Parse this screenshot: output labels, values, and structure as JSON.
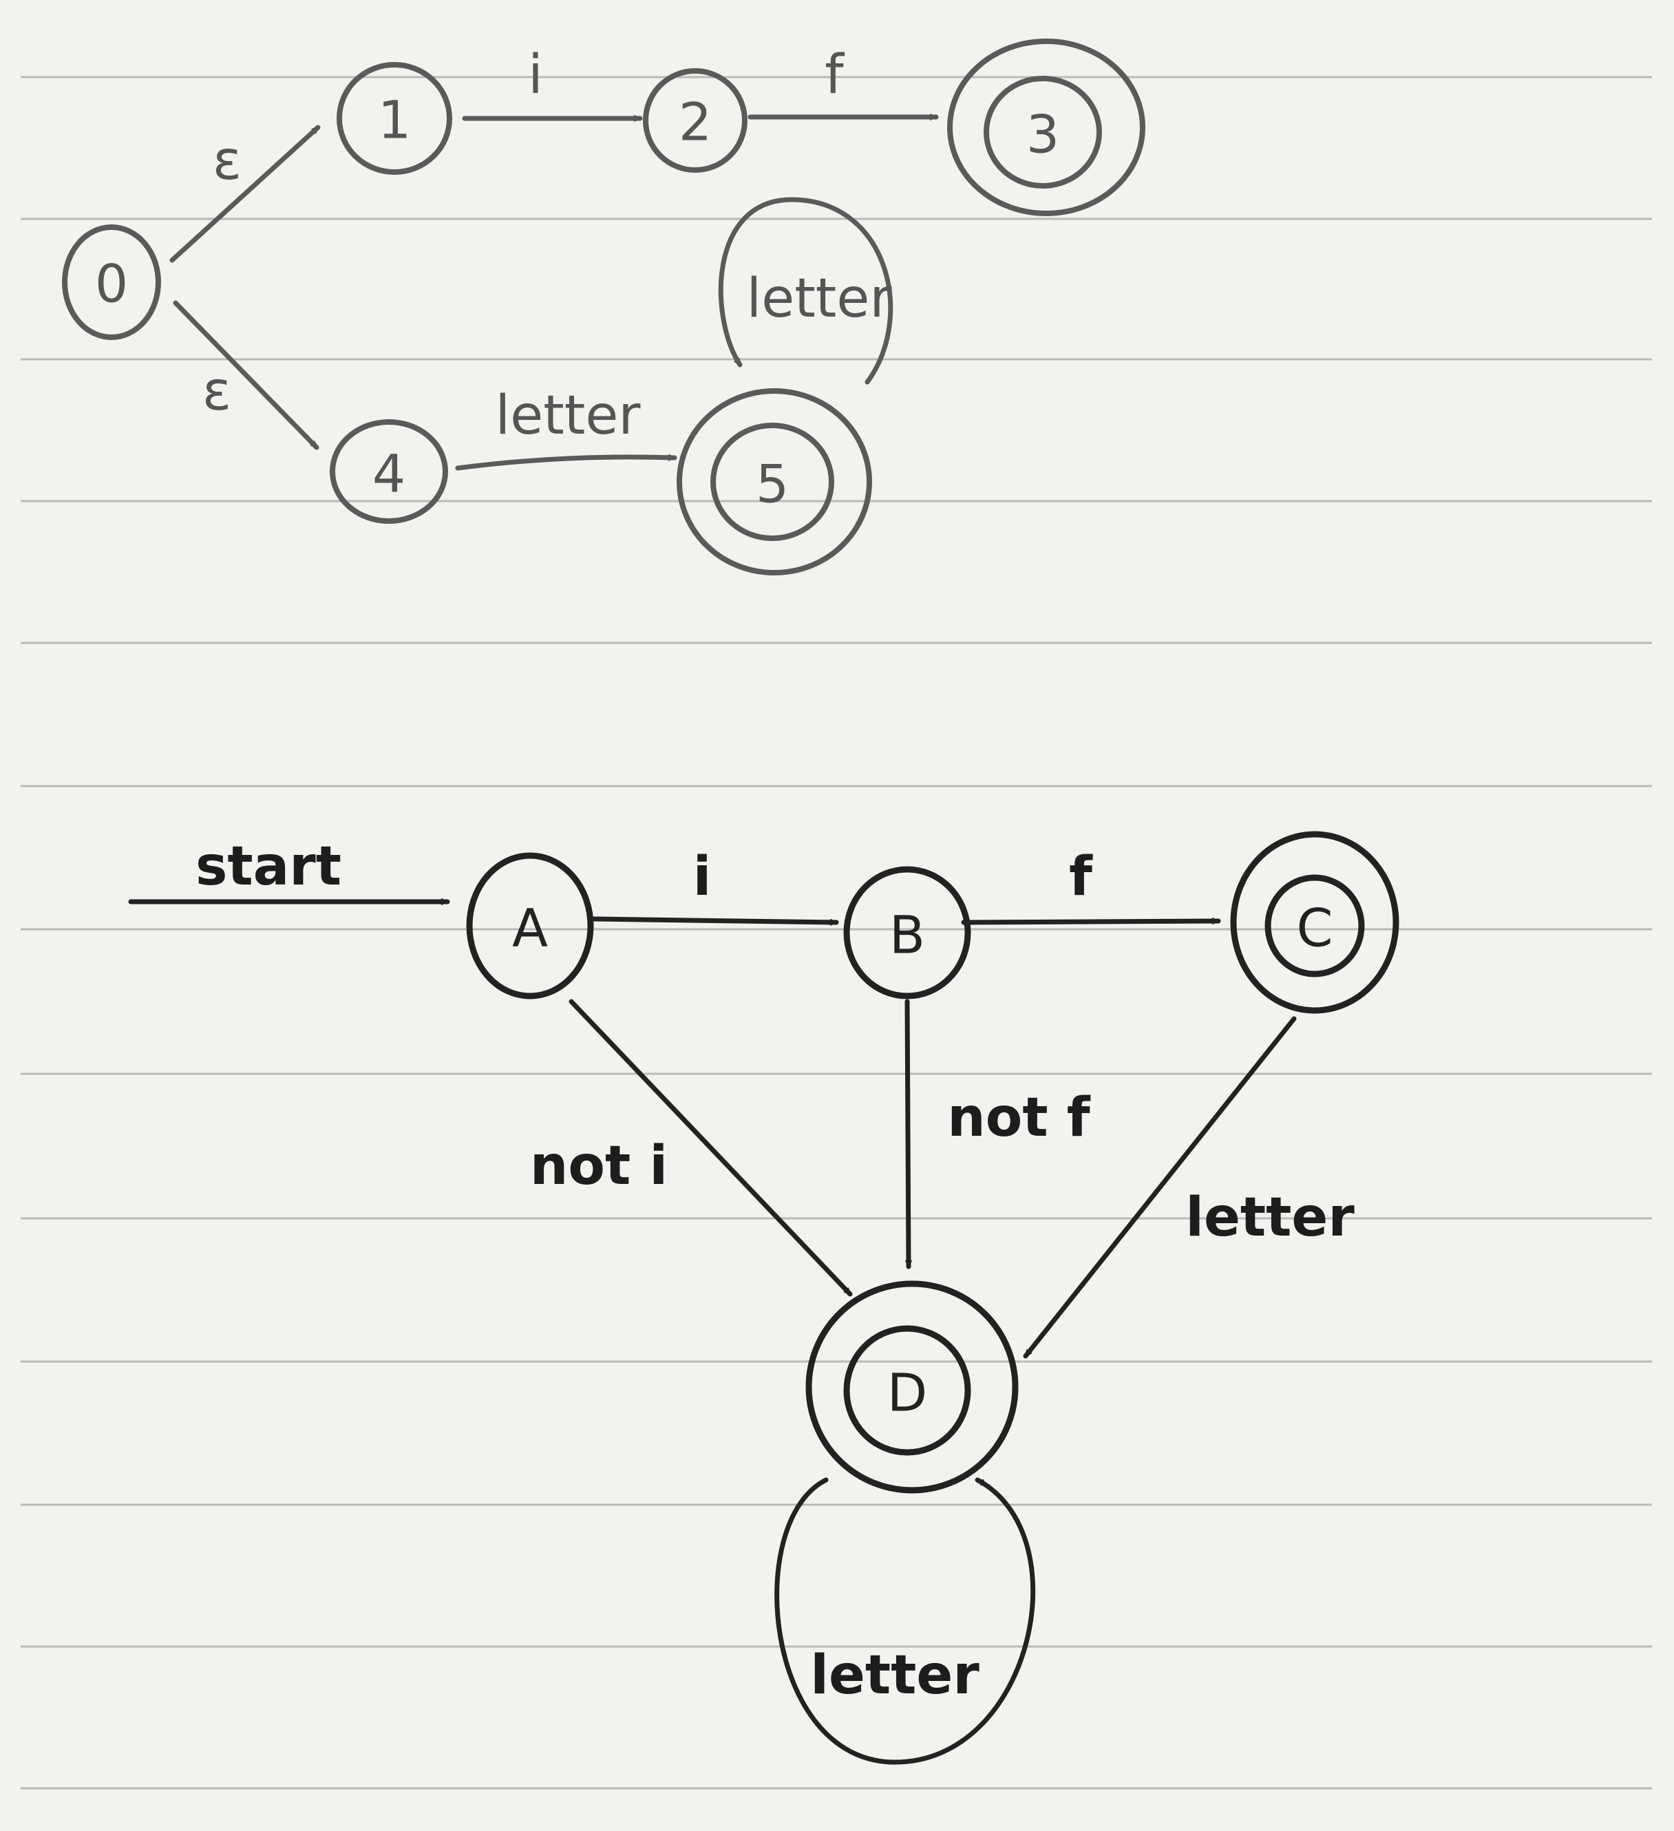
{
  "nfa": {
    "states": {
      "s0": {
        "label": "0"
      },
      "s1": {
        "label": "1"
      },
      "s2": {
        "label": "2"
      },
      "s3": {
        "label": "3"
      },
      "s4": {
        "label": "4"
      },
      "s5": {
        "label": "5"
      }
    },
    "edges": {
      "e01": {
        "label": "ε"
      },
      "e04": {
        "label": "ε"
      },
      "e12": {
        "label": "i"
      },
      "e23": {
        "label": "f"
      },
      "e45": {
        "label": "letter"
      },
      "e55": {
        "label": "letter"
      }
    },
    "accepting": [
      "3",
      "5"
    ]
  },
  "dfa": {
    "start_label": "start",
    "states": {
      "A": {
        "label": "A"
      },
      "B": {
        "label": "B"
      },
      "C": {
        "label": "C"
      },
      "D": {
        "label": "D"
      }
    },
    "edges": {
      "AB": {
        "label": "i"
      },
      "BC": {
        "label": "f"
      },
      "AD": {
        "label": "not i"
      },
      "BD": {
        "label": "not f"
      },
      "CD": {
        "label": "letter"
      },
      "DD": {
        "label": "letter"
      }
    },
    "accepting": [
      "C",
      "D"
    ]
  }
}
